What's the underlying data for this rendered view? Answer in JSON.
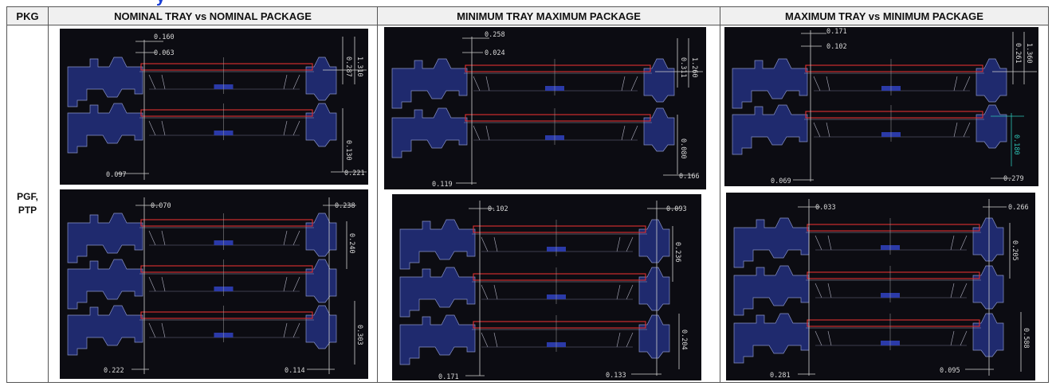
{
  "header": {
    "pkg": "PKG",
    "col1": "NOMINAL TRAY vs NOMINAL PACKAGE",
    "col2": "MINIMUM TRAY MAXIMUM PACKAGE",
    "col3": "MAXIMUM TRAY vs MINIMUM PACKAGE"
  },
  "row": {
    "pkg_line1": "PGF,",
    "pkg_line2": "PTP"
  },
  "colors": {
    "panel_bg": "#0c0c12",
    "tray_fill": "#1f2a6e",
    "package_red": "#e03030",
    "dim_line": "#d0d0d0",
    "cyan": "#2ec4b6"
  },
  "panels": {
    "nominal_top": {
      "d1": "0.160",
      "d2": "0.063",
      "d3": "0.097",
      "d4": "0.287",
      "d5": "1.310",
      "d6": "0.130",
      "d7": "0.221"
    },
    "nominal_bottom": {
      "d1": "0.070",
      "d2": "0.238",
      "d3": "0.240",
      "d4": "0.303",
      "d5": "0.222",
      "d6": "0.114"
    },
    "min_top": {
      "d1": "0.258",
      "d2": "0.024",
      "d3": "0.311",
      "d4": "1.260",
      "d5": "0.080",
      "d6": "0.166",
      "d7": "0.119"
    },
    "min_bottom": {
      "d1": "0.102",
      "d2": "0.093",
      "d3": "0.236",
      "d4": "0.204",
      "d5": "0.171",
      "d6": "0.133"
    },
    "max_top": {
      "d1": "0.171",
      "d2": "0.102",
      "d3": "0.261",
      "d4": "1.360",
      "d5": "0.180",
      "d6": "0.069",
      "d7": "0.279"
    },
    "max_bottom": {
      "d1": "0.033",
      "d2": "0.266",
      "d3": "0.205",
      "d4": "0.588",
      "d5": "0.281",
      "d6": "0.095"
    }
  }
}
